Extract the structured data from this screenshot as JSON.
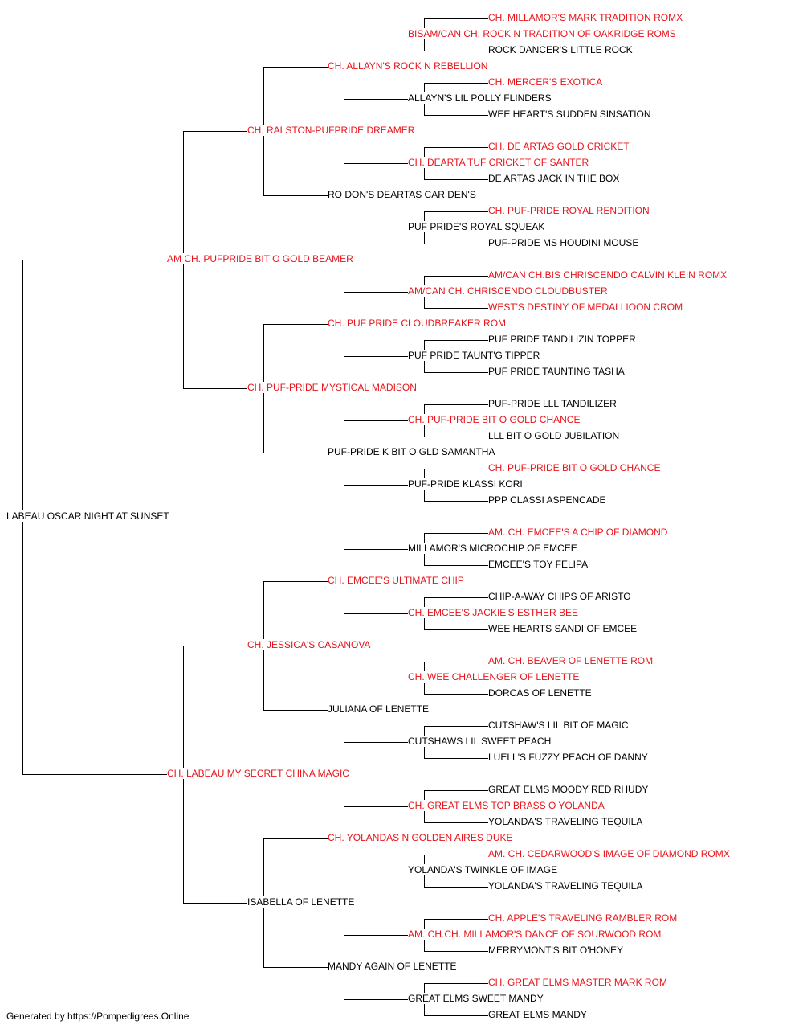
{
  "colors": {
    "champion": "#e8141b",
    "normal": "#000000",
    "line": "#000000"
  },
  "pedigree": {
    "name": "LABEAU OSCAR NIGHT AT SUNSET",
    "champion": false,
    "sire": {
      "name": "AM CH. PUFPRIDE BIT O GOLD BEAMER",
      "champion": true,
      "sire": {
        "name": "CH. RALSTON-PUFPRIDE DREAMER",
        "champion": true,
        "sire": {
          "name": "CH. ALLAYN'S ROCK N REBELLION",
          "champion": true,
          "sire": {
            "name": "BISAM/CAN CH. ROCK N TRADITION OF OAKRIDGE ROMS",
            "champion": true,
            "sire": {
              "name": "CH. MILLAMOR'S MARK TRADITION ROMX",
              "champion": true
            },
            "dam": {
              "name": "ROCK DANCER'S LITTLE ROCK",
              "champion": false
            }
          },
          "dam": {
            "name": "ALLAYN'S LIL POLLY FLINDERS",
            "champion": false,
            "sire": {
              "name": "CH. MERCER'S EXOTICA",
              "champion": true
            },
            "dam": {
              "name": "WEE HEART'S SUDDEN SINSATION",
              "champion": false
            }
          }
        },
        "dam": {
          "name": "RO DON'S DEARTAS CAR DEN'S",
          "champion": false,
          "sire": {
            "name": "CH. DEARTA TUF CRICKET OF SANTER",
            "champion": true,
            "sire": {
              "name": "CH. DE ARTAS GOLD CRICKET",
              "champion": true
            },
            "dam": {
              "name": "DE ARTAS JACK IN THE BOX",
              "champion": false
            }
          },
          "dam": {
            "name": "PUF PRIDE'S ROYAL SQUEAK",
            "champion": false,
            "sire": {
              "name": "CH. PUF-PRIDE ROYAL RENDITION",
              "champion": true
            },
            "dam": {
              "name": "PUF-PRIDE MS HOUDINI MOUSE",
              "champion": false
            }
          }
        }
      },
      "dam": {
        "name": "CH. PUF-PRIDE MYSTICAL MADISON",
        "champion": true,
        "sire": {
          "name": "CH. PUF PRIDE CLOUDBREAKER ROM",
          "champion": true,
          "sire": {
            "name": "AM/CAN CH. CHRISCENDO CLOUDBUSTER",
            "champion": true,
            "sire": {
              "name": "AM/CAN CH.BIS CHRISCENDO CALVIN KLEIN ROMX",
              "champion": true
            },
            "dam": {
              "name": "WEST'S DESTINY OF MEDALLIOON CROM",
              "champion": true
            }
          },
          "dam": {
            "name": "PUF PRIDE TAUNT'G TIPPER",
            "champion": false,
            "sire": {
              "name": "PUF PRIDE TANDILIZIN TOPPER",
              "champion": false
            },
            "dam": {
              "name": "PUF PRIDE TAUNTING TASHA",
              "champion": false
            }
          }
        },
        "dam": {
          "name": "PUF-PRIDE K BIT O GLD SAMANTHA",
          "champion": false,
          "sire": {
            "name": "CH. PUF-PRIDE BIT O GOLD CHANCE",
            "champion": true,
            "sire": {
              "name": "PUF-PRIDE LLL TANDILIZER",
              "champion": false
            },
            "dam": {
              "name": "LLL BIT O GOLD JUBILATION",
              "champion": false
            }
          },
          "dam": {
            "name": "PUF-PRIDE KLASSI KORI",
            "champion": false,
            "sire": {
              "name": "CH. PUF-PRIDE BIT O GOLD CHANCE",
              "champion": true
            },
            "dam": {
              "name": "PPP CLASSI ASPENCADE",
              "champion": false
            }
          }
        }
      }
    },
    "dam": {
      "name": "CH. LABEAU MY SECRET CHINA MAGIC",
      "champion": true,
      "sire": {
        "name": "CH. JESSICA'S CASANOVA",
        "champion": true,
        "sire": {
          "name": "CH. EMCEE'S ULTIMATE CHIP",
          "champion": true,
          "sire": {
            "name": "MILLAMOR'S MICROCHIP OF EMCEE",
            "champion": false,
            "sire": {
              "name": "AM. CH. EMCEE'S A CHIP OF DIAMOND",
              "champion": true
            },
            "dam": {
              "name": "EMCEE'S TOY FELIPA",
              "champion": false
            }
          },
          "dam": {
            "name": "CH. EMCEE'S JACKIE'S ESTHER BEE",
            "champion": true,
            "sire": {
              "name": "CHIP-A-WAY CHIPS OF ARISTO",
              "champion": false
            },
            "dam": {
              "name": "WEE HEARTS SANDI OF EMCEE",
              "champion": false
            }
          }
        },
        "dam": {
          "name": "JULIANA OF LENETTE",
          "champion": false,
          "sire": {
            "name": "CH. WEE CHALLENGER OF LENETTE",
            "champion": true,
            "sire": {
              "name": "AM. CH. BEAVER OF LENETTE ROM",
              "champion": true
            },
            "dam": {
              "name": "DORCAS OF LENETTE",
              "champion": false
            }
          },
          "dam": {
            "name": "CUTSHAWS LIL SWEET PEACH",
            "champion": false,
            "sire": {
              "name": "CUTSHAW'S LIL BIT OF MAGIC",
              "champion": false
            },
            "dam": {
              "name": "LUELL'S FUZZY PEACH OF DANNY",
              "champion": false
            }
          }
        }
      },
      "dam": {
        "name": "ISABELLA OF LENETTE",
        "champion": false,
        "sire": {
          "name": "CH. YOLANDAS N GOLDEN AIRES DUKE",
          "champion": true,
          "sire": {
            "name": "CH. GREAT ELMS TOP BRASS O YOLANDA",
            "champion": true,
            "sire": {
              "name": "GREAT ELMS MOODY RED RHUDY",
              "champion": false
            },
            "dam": {
              "name": "YOLANDA'S TRAVELING TEQUILA",
              "champion": false
            }
          },
          "dam": {
            "name": "YOLANDA'S TWINKLE OF IMAGE",
            "champion": false,
            "sire": {
              "name": "AM. CH. CEDARWOOD'S IMAGE OF DIAMOND ROMX",
              "champion": true
            },
            "dam": {
              "name": "YOLANDA'S TRAVELING TEQUILA",
              "champion": false
            }
          }
        },
        "dam": {
          "name": "MANDY AGAIN OF LENETTE",
          "champion": false,
          "sire": {
            "name": "AM. CH.CH. MILLAMOR'S DANCE OF SOURWOOD ROM",
            "champion": true,
            "sire": {
              "name": "CH. APPLE'S TRAVELING RAMBLER ROM",
              "champion": true
            },
            "dam": {
              "name": "MERRYMONT'S BIT O'HONEY",
              "champion": false
            }
          },
          "dam": {
            "name": "GREAT ELMS SWEET MANDY",
            "champion": false,
            "sire": {
              "name": "CH. GREAT ELMS MASTER MARK ROM",
              "champion": true
            },
            "dam": {
              "name": "GREAT ELMS MANDY",
              "champion": false
            }
          }
        }
      }
    }
  },
  "footer": {
    "text": "Generated by https://Pompedigrees.Online"
  }
}
